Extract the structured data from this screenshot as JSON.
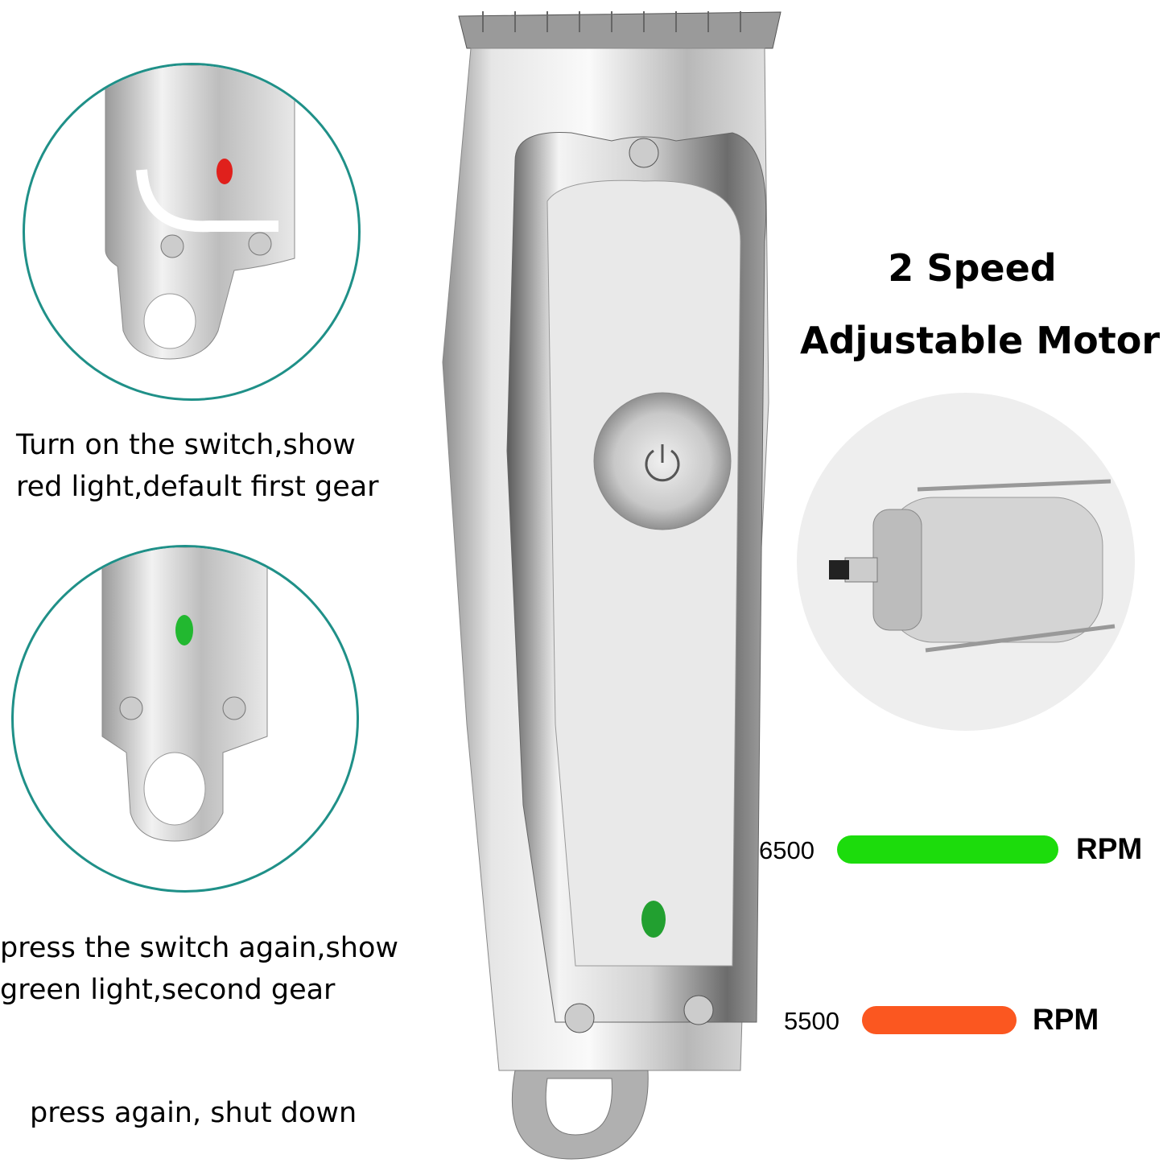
{
  "captions": {
    "first_gear_line1": "Turn on the switch,show",
    "first_gear_line2": "red light,default first gear",
    "second_gear_line1": "press the switch again,show",
    "second_gear_line2": "green light,second gear",
    "shutdown": "press again, shut down"
  },
  "headline": {
    "line1": "2 Speed",
    "line2": "Adjustable Motor"
  },
  "speeds": [
    {
      "rpm": "6500",
      "unit": "RPM",
      "color": "#1cdc0c",
      "level": 1.0
    },
    {
      "rpm": "5500",
      "unit": "RPM",
      "color": "#fb5720",
      "level": 0.7
    }
  ],
  "indicator_colors": {
    "red": "#e0201c",
    "green": "#22b830",
    "circle_border": "#1f9088"
  }
}
